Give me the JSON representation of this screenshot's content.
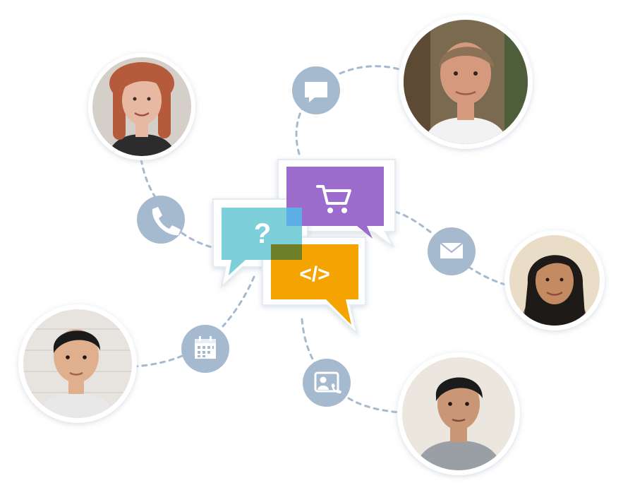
{
  "colors": {
    "background": "#ffffff",
    "connector": "#a5b9cf",
    "icon_circle": "#a5b9cf",
    "icon_glyph": "#ffffff",
    "bubble_border": "#ffffff",
    "bubble_shadow": "#e6ebf1",
    "bubble_purple": "#9b6ccb",
    "bubble_teal": "#7dd0d9",
    "bubble_orange": "#f5a300",
    "overlap_teal_purple": "#5baee6",
    "overlap_teal_orange": "#6e7f27",
    "bubble_glyph": "#ffffff"
  },
  "center": {
    "bubbles": [
      {
        "icon": "shopping-cart-icon",
        "color": "purple"
      },
      {
        "icon": "question-mark-icon",
        "color": "teal",
        "glyph": "?"
      },
      {
        "icon": "code-icon",
        "color": "orange",
        "glyph": "</>"
      }
    ]
  },
  "channels": [
    {
      "icon": "chat-icon"
    },
    {
      "icon": "phone-icon"
    },
    {
      "icon": "email-icon"
    },
    {
      "icon": "calendar-icon"
    },
    {
      "icon": "video-call-icon"
    }
  ],
  "people": [
    {
      "name": "avatar-woman-red-hair",
      "skin": "#e8b9a2",
      "hair": "#b65a3c",
      "shirt": "#2c2c2c",
      "bg": "#d4cfc8"
    },
    {
      "name": "avatar-man-blond",
      "skin": "#d59a7e",
      "hair": "#8c7256",
      "shirt": "#f2f2f2",
      "bg": "#7a6a4f"
    },
    {
      "name": "avatar-woman-dark-hair",
      "skin": "#c28b62",
      "hair": "#1e1a18",
      "shirt": "#6a5a4e",
      "bg": "#e9ddc8"
    },
    {
      "name": "avatar-man-glasses-wall",
      "skin": "#e0b08e",
      "hair": "#1a1a1a",
      "shirt": "#e8e8e8",
      "bg": "#e7e4e0"
    },
    {
      "name": "avatar-man-grey-shirt",
      "skin": "#c99776",
      "hair": "#1b1b1b",
      "shirt": "#9a9fa5",
      "bg": "#ebe6de"
    }
  ]
}
